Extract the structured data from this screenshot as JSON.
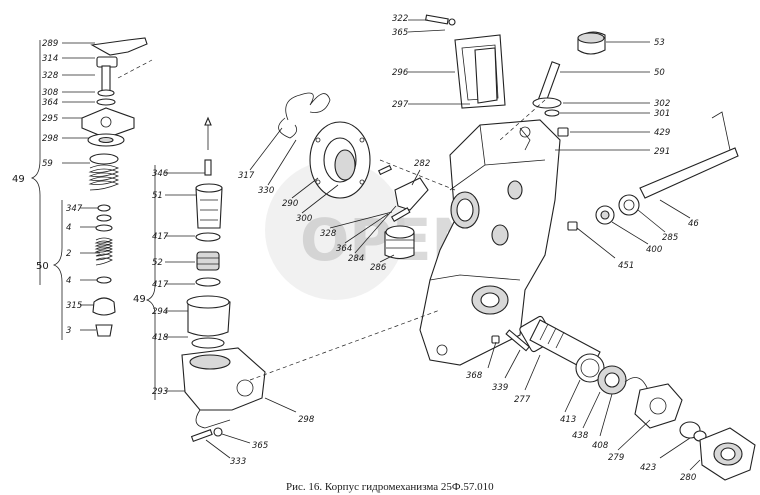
{
  "caption": "Рис. 16. Корпус гидромеханизма 25Ф.57.010",
  "watermark": "OPEN",
  "group_labels": [
    "49",
    "50",
    "49"
  ],
  "labels": [
    "289",
    "314",
    "328",
    "308",
    "364",
    "295",
    "298",
    "59",
    "347",
    "4",
    "2",
    "4",
    "315",
    "3",
    "346",
    "51",
    "417",
    "52",
    "417",
    "294",
    "418",
    "293",
    "298",
    "365",
    "333",
    "317",
    "330",
    "290",
    "300",
    "328",
    "364",
    "284",
    "286",
    "282",
    "322",
    "365",
    "296",
    "297",
    "53",
    "50",
    "302",
    "301",
    "429",
    "291",
    "46",
    "285",
    "400",
    "451",
    "368",
    "339",
    "277",
    "413",
    "438",
    "408",
    "279",
    "423",
    "280"
  ]
}
